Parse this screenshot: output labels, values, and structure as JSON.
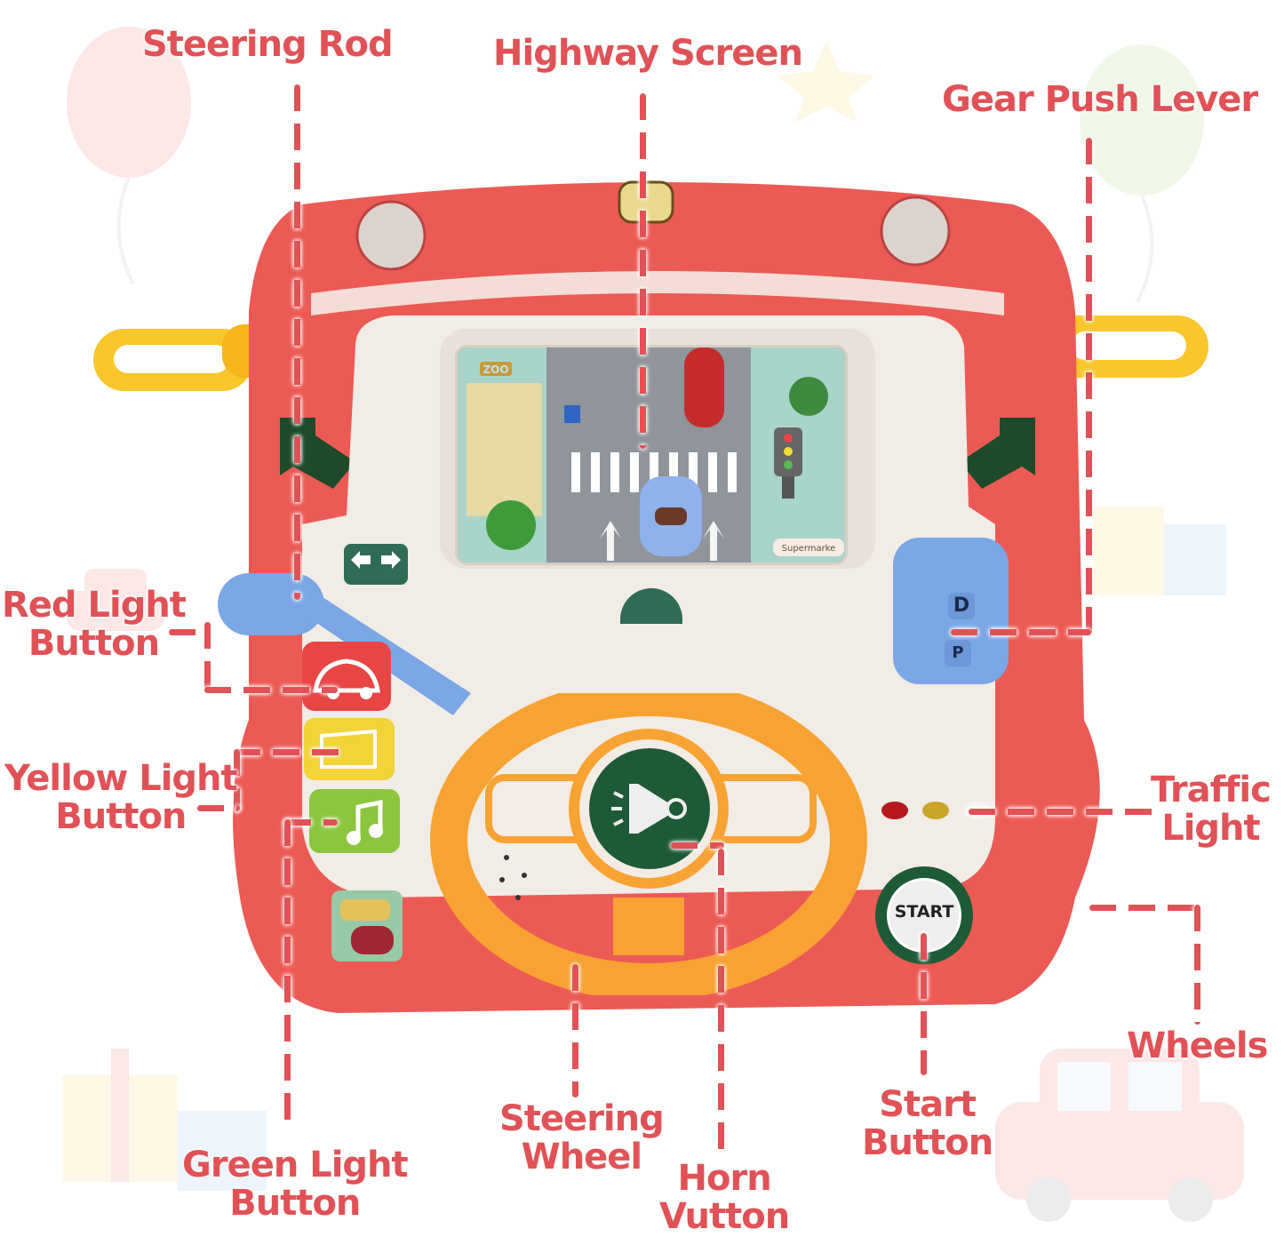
{
  "image": {
    "subject": "Toy car driving dashboard",
    "background_color": "#ffffff",
    "label_color": "#e05255"
  },
  "labels": {
    "steering_rod": "Steering Rod",
    "highway_screen": "Highway Screen",
    "gear_push_lever": "Gear Push Lever",
    "red_light_button": [
      "Red Light",
      "Button"
    ],
    "yellow_light_button": [
      "Yellow Light",
      "Button"
    ],
    "green_light_button": [
      "Green Light",
      "Button"
    ],
    "steering_wheel": [
      "Steering",
      "Wheel"
    ],
    "horn_button": [
      "Horn",
      "Vutton"
    ],
    "start_button": [
      "Start",
      "Button"
    ],
    "traffic_light": [
      "Traffic",
      "Light"
    ],
    "wheels": "Wheels"
  },
  "toy": {
    "body_color": "#ec5a55",
    "panel_color": "#f1ece6",
    "wheel_color": "#f7a232",
    "lever_color": "#7ba7e6",
    "handle_color": "#f9c62b",
    "start_button_text": "START",
    "gear_positions": [
      "D",
      "P"
    ],
    "screen": {
      "zoo_sign": "ZOO",
      "store_sign": "Supermarke"
    },
    "buttons": [
      {
        "color": "#e84545",
        "icon": "car-icon"
      },
      {
        "color": "#f2d338",
        "icon": "map-icon"
      },
      {
        "color": "#8cc63f",
        "icon": "music-note-icon"
      }
    ],
    "indicator_lights": [
      "#b5191d",
      "#c9a52a",
      "#f4f4f0"
    ]
  }
}
